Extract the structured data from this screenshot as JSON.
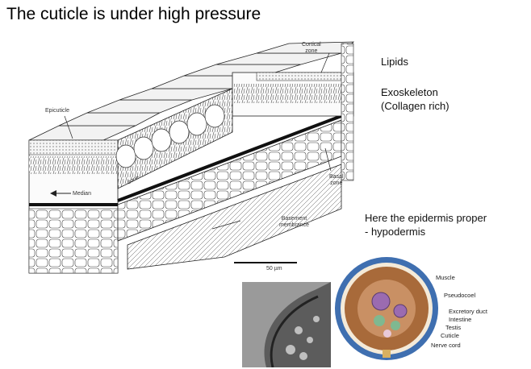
{
  "slide": {
    "title": "The cuticle is under high pressure",
    "notes": {
      "lipids": "Lipids",
      "exoskeleton_line1": "Exoskeleton",
      "exoskeleton_line2": "(Collagen rich)",
      "epidermis_line1": "Here the epidermis proper",
      "epidermis_line2": "- hypodermis"
    }
  },
  "diagram_labels": {
    "cortical_line1": "Cortical",
    "cortical_line2": "zone",
    "epicuticle": "Epicuticle",
    "median": "Median",
    "zone": "zone",
    "basal_line1": "Basal",
    "basal_line2": "zone",
    "basement_line1": "Basement",
    "basement_line2": "membrance",
    "scale": "50 µm"
  },
  "cross_section_labels": [
    "Muscle",
    "Pseudocoel",
    "Excretory duct",
    "Intestine",
    "Testis",
    "Cuticle",
    "Nerve cord"
  ],
  "colors": {
    "cuticle_blue": "#3f6fb0",
    "muscle_brown": "#a86a3a",
    "pseudocoel": "#c99064",
    "intestine_purple": "#9b6bb0",
    "testis_green": "#7fb890"
  }
}
